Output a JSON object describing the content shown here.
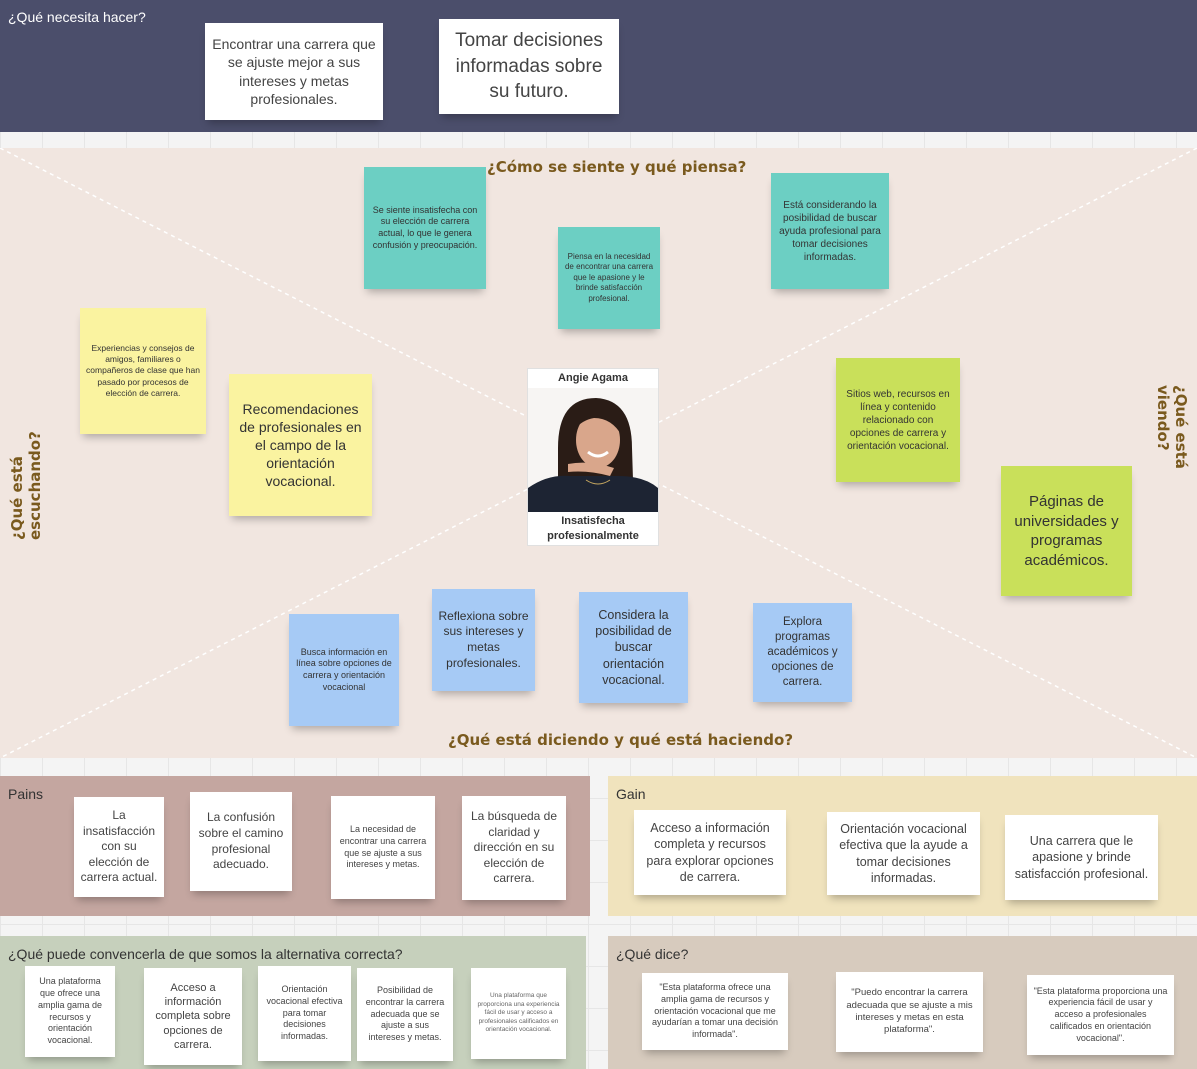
{
  "top": {
    "title": "¿Qué necesita hacer?",
    "notes": [
      "Encontrar una carrera que se ajuste mejor a sus intereses y metas profesionales.",
      "Tomar decisiones informadas sobre su futuro."
    ]
  },
  "empathy": {
    "think_feel": "¿Cómo se siente y qué piensa?",
    "hear": "¿Qué está escuchando?",
    "see": "¿Qué está viendo?",
    "say_do": "¿Qué está diciendo y qué está haciendo?",
    "persona": {
      "name": "Angie Agama",
      "caption": "Insatisfecha profesionalmente"
    },
    "think_notes": [
      "Se siente insatisfecha con su elección de carrera actual, lo que le genera confusión y preocupación.",
      "Piensa en la necesidad de encontrar una carrera que le apasione y le brinde satisfacción profesional.",
      "Está considerando la posibilidad de buscar ayuda profesional para tomar decisiones informadas."
    ],
    "hear_notes": [
      "Experiencias y consejos de amigos, familiares o compañeros de clase que han pasado por procesos de elección de carrera.",
      "Recomendaciones de profesionales en el campo de la orientación vocacional."
    ],
    "see_notes": [
      "Sitios web, recursos en línea y contenido relacionado con opciones de carrera y orientación vocacional.",
      "Páginas de universidades y programas académicos."
    ],
    "do_notes": [
      "Busca información en línea sobre opciones de carrera y orientación vocacional",
      "Reflexiona sobre sus intereses y metas profesionales.",
      "Considera la posibilidad de buscar orientación vocacional.",
      "Explora programas académicos y opciones de carrera."
    ]
  },
  "pains": {
    "title": "Pains",
    "notes": [
      "La insatisfacción con su elección de carrera actual.",
      "La confusión sobre el camino profesional adecuado.",
      "La necesidad de encontrar una carrera que se ajuste a sus intereses y metas.",
      "La búsqueda de claridad y dirección en su elección de carrera."
    ]
  },
  "gain": {
    "title": "Gain",
    "notes": [
      "Acceso a información completa y recursos para explorar opciones de carrera.",
      "Orientación vocacional efectiva que la ayude a tomar decisiones informadas.",
      "Una carrera que le apasione y brinde satisfacción profesional."
    ]
  },
  "convince": {
    "title": "¿Qué puede convencerla de que somos la alternativa correcta?",
    "notes": [
      "Una plataforma que ofrece una amplia gama de recursos y orientación vocacional.",
      "Acceso a información completa sobre opciones de carrera.",
      "Orientación vocacional efectiva para tomar decisiones informadas.",
      "Posibilidad de encontrar la carrera adecuada que se ajuste a sus intereses y metas.",
      "Una plataforma que proporciona una experiencia fácil de usar y acceso a profesionales calificados en orientación vocacional."
    ]
  },
  "says": {
    "title": "¿Qué dice?",
    "notes": [
      "\"Esta plataforma ofrece una amplia gama de recursos y orientación vocacional que me ayudarían a tomar una decisión informada\".",
      "\"Puedo encontrar la carrera adecuada que se ajuste a mis intereses y metas en esta plataforma\".",
      "\"Esta plataforma proporciona una experiencia fácil de usar y acceso a profesionales calificados en orientación vocacional\"."
    ]
  },
  "colors": {
    "top_band": "#4b4e6b",
    "empathy_bg": "#f1e6e0",
    "teal": "#6ccfc3",
    "yellow": "#faf3a0",
    "green": "#c9e05a",
    "blue": "#a6caf5",
    "pains_bg": "#c4a6a0",
    "gain_bg": "#f0e3bd",
    "convince_bg": "#c6d0bc",
    "says_bg": "#d7cbbe",
    "label_brown": "#7a5a1e"
  }
}
